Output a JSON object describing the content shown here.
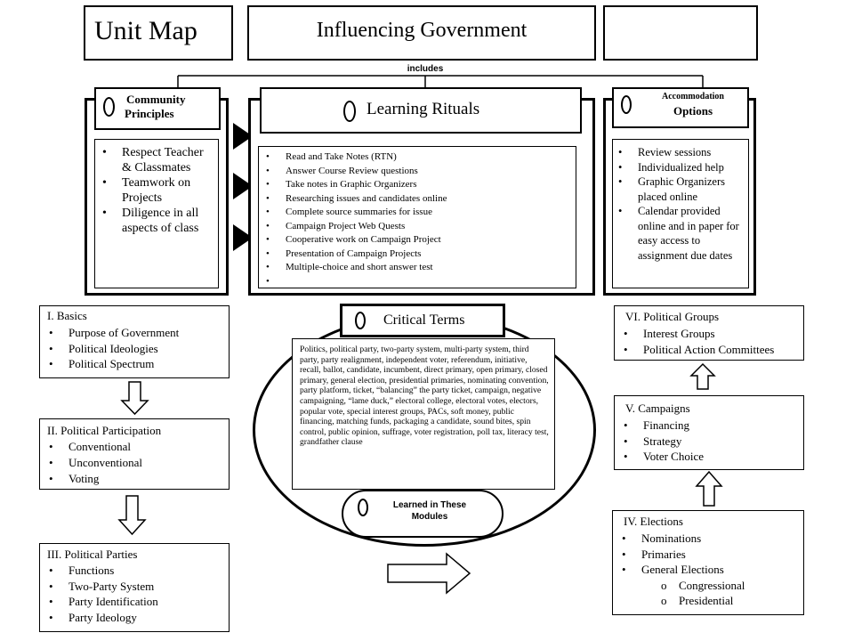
{
  "header": {
    "unit_map": "Unit Map",
    "topic": "Influencing Government",
    "blank": ""
  },
  "includes_label": "includes",
  "community": {
    "title_line1": "Community",
    "title_line2": "Principles",
    "items": [
      "Respect Teacher & Classmates",
      "Teamwork on Projects",
      "Diligence in all aspects of class"
    ]
  },
  "rituals": {
    "title": "Learning Rituals",
    "items": [
      "Read and Take Notes (RTN)",
      "Answer Course Review questions",
      "Take notes in Graphic Organizers",
      "Researching issues and candidates online",
      "Complete source summaries for issue",
      "Campaign Project Web Quests",
      "Cooperative work on Campaign Project",
      "Presentation of Campaign Projects",
      "Multiple-choice and short answer test",
      ""
    ]
  },
  "accommodation": {
    "title_line1": "Accommodation",
    "title_line2": "Options",
    "items": [
      "Review sessions",
      "Individualized help",
      "Graphic Organizers placed online",
      "Calendar provided online and in paper for easy access to assignment due dates"
    ]
  },
  "critical_terms": {
    "title": "Critical Terms",
    "text": "Politics, political party, two-party system, multi-party system, third party, party realignment, independent voter, referendum, initiative, recall, ballot, candidate, incumbent, direct primary, open primary, closed primary, general election, presidential primaries, nominating convention, party platform, ticket, “balancing” the party ticket, campaign, negative campaigning, “lame duck,” electoral college, electoral votes, electors, popular vote, special interest groups, PACs, soft money, public financing, matching funds, packaging a candidate, sound bites, spin control, public opinion, suffrage, voter registration, poll tax, literacy test, grandfather clause"
  },
  "learned": {
    "line1": "Learned in These",
    "line2": "Modules"
  },
  "modules": {
    "basics": {
      "title": "I. Basics",
      "items": [
        "Purpose of Government",
        "Political Ideologies",
        "Political Spectrum"
      ]
    },
    "participation": {
      "title": "II. Political Participation",
      "items": [
        "Conventional",
        "Unconventional",
        "Voting"
      ]
    },
    "parties": {
      "title": "III. Political Parties",
      "items": [
        "Functions",
        "Two-Party System",
        "Party Identification",
        "Party Ideology"
      ]
    },
    "elections": {
      "title": "IV. Elections",
      "items": [
        "Nominations",
        "Primaries",
        "General Elections"
      ],
      "subitems": [
        "Congressional",
        "Presidential"
      ]
    },
    "campaigns": {
      "title": "V. Campaigns",
      "items": [
        "Financing",
        "Strategy",
        "Voter Choice"
      ]
    },
    "groups": {
      "title": "VI. Political Groups",
      "items": [
        "Interest Groups",
        "Political Action Committees"
      ]
    }
  }
}
